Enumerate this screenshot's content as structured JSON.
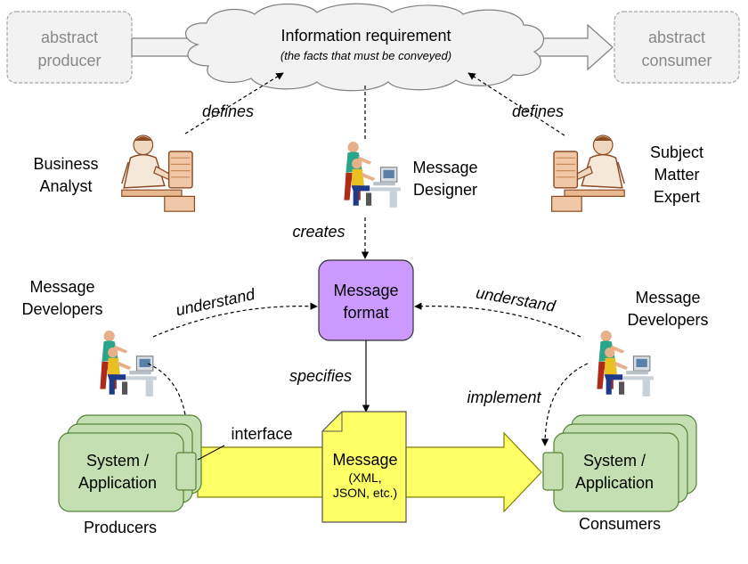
{
  "top": {
    "abstract_producer": [
      "abstract",
      "producer"
    ],
    "abstract_consumer": [
      "abstract",
      "consumer"
    ],
    "info_requirement": "Information requirement",
    "info_requirement_sub": "(the facts that must be conveyed)"
  },
  "roles": {
    "business_analyst": [
      "Business",
      "Analyst"
    ],
    "message_designer": [
      "Message",
      "Designer"
    ],
    "subject_matter_expert": [
      "Subject",
      "Matter",
      "Expert"
    ],
    "developers_left": [
      "Message",
      "Developers"
    ],
    "developers_right": [
      "Message",
      "Developers"
    ]
  },
  "relations": {
    "defines_left": "defines",
    "defines_right": "defines",
    "creates": "creates",
    "understand_left": "understand",
    "understand_right": "understand",
    "specifies": "specifies",
    "implement": "implement"
  },
  "message_format": [
    "Message",
    "format"
  ],
  "message": {
    "title": "Message",
    "detail": [
      "(XML,",
      "JSON, etc.)"
    ]
  },
  "systems": {
    "producer_label": [
      "System /",
      "Application"
    ],
    "consumer_label": [
      "System /",
      "Application"
    ],
    "interface": "interface",
    "producers_caption": "Producers",
    "consumers_caption": "Consumers"
  },
  "colors": {
    "cloud_fill": "#f2f2f2",
    "cloud_stroke": "#7f7f7f",
    "abstract_box_fill": "#f2f2f2",
    "abstract_text": "#888888",
    "format_fill": "#cc99ff",
    "system_fill": "#c4e0b2",
    "system_stroke": "#548235",
    "message_fill": "#ffff66",
    "arrow_fill": "#ffff66"
  },
  "icons": {
    "analyst": "business-analyst-icon",
    "expert": "subject-matter-expert-icon",
    "designer": "message-designer-icon",
    "developer": "developer-at-computer-icon"
  }
}
